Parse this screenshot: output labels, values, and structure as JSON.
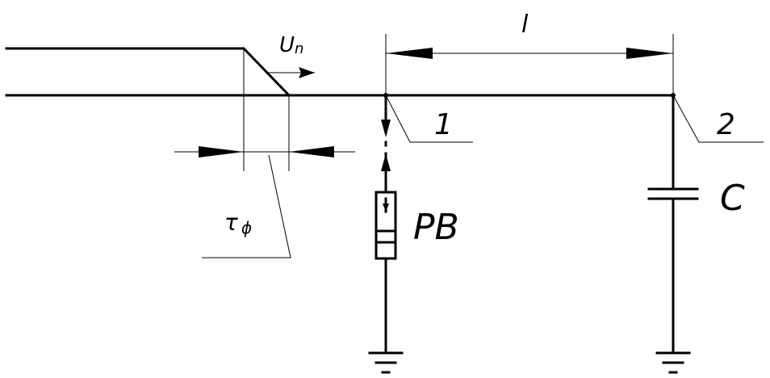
{
  "labels": {
    "wave_velocity_main": "U",
    "wave_velocity_sub": "n",
    "front_duration_main": "τ",
    "front_duration_sub": "ϕ",
    "length": "l",
    "node1": "1",
    "node2": "2",
    "arrester": "PB",
    "capacitor": "C"
  },
  "colors": {
    "stroke": "#000000",
    "background": "#ffffff"
  }
}
